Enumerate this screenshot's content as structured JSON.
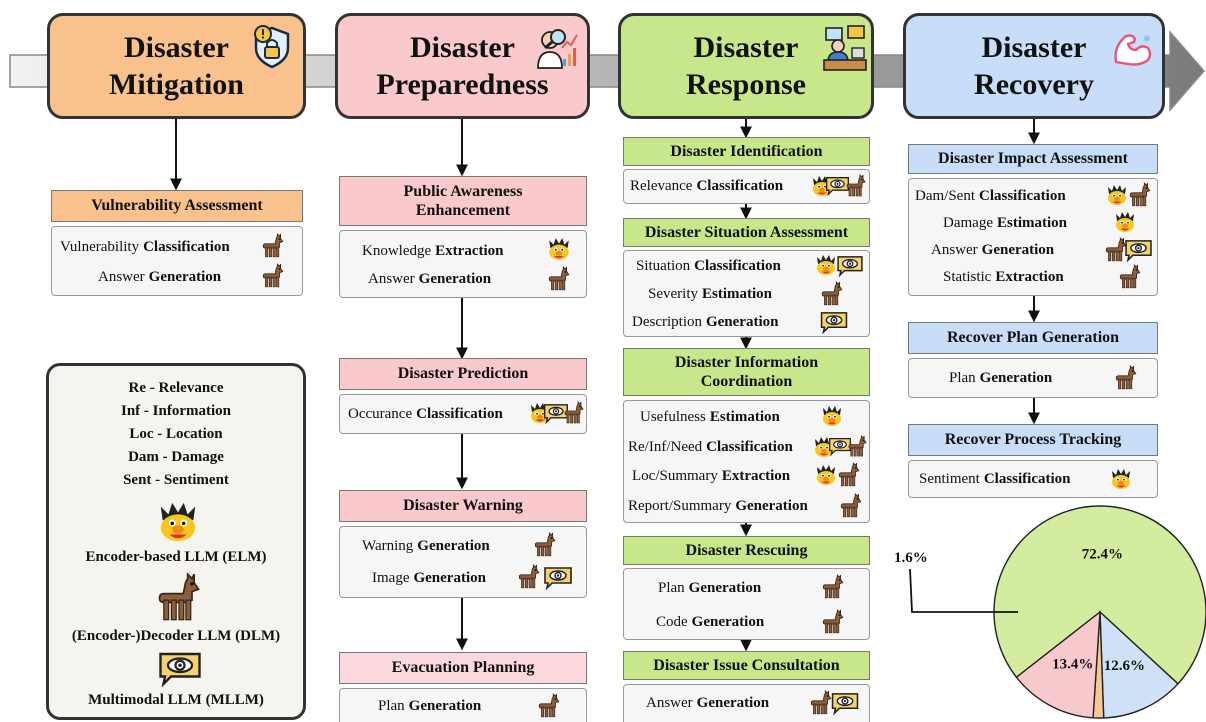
{
  "phases": [
    {
      "line1": "Disaster",
      "line2": "Mitigation",
      "color": "#f9c28c"
    },
    {
      "line1": "Disaster",
      "line2": "Preparedness",
      "color": "#f9c9cc"
    },
    {
      "line1": "Disaster",
      "line2": "Response",
      "color": "#c7e78a"
    },
    {
      "line1": "Disaster",
      "line2": "Recovery",
      "color": "#c8def8"
    }
  ],
  "mitigation": {
    "vuln": {
      "title": "Vulnerability Assessment",
      "tasks": [
        {
          "a": "Vulnerability",
          "b": "Classification"
        },
        {
          "a": "Answer",
          "b": "Generation"
        }
      ]
    }
  },
  "preparedness": {
    "awareness": {
      "title1": "Public Awareness",
      "title2": "Enhancement",
      "tasks": [
        {
          "a": "Knowledge",
          "b": "Extraction"
        },
        {
          "a": "Answer",
          "b": "Generation"
        }
      ]
    },
    "prediction": {
      "title": "Disaster Prediction",
      "tasks": [
        {
          "a": "Occurance",
          "b": "Classification"
        }
      ]
    },
    "warning": {
      "title": "Disaster Warning",
      "tasks": [
        {
          "a": "Warning",
          "b": "Generation"
        },
        {
          "a": "Image",
          "b": "Generation"
        }
      ]
    },
    "evacuation": {
      "title": "Evacuation Planning",
      "tasks": [
        {
          "a": "Plan",
          "b": "Generation"
        }
      ]
    }
  },
  "response": {
    "identification": {
      "title": "Disaster Identification",
      "tasks": [
        {
          "a": "Relevance",
          "b": "Classification"
        }
      ]
    },
    "situation": {
      "title": "Disaster Situation Assessment",
      "tasks": [
        {
          "a": "Situation",
          "b": "Classification"
        },
        {
          "a": "Severity",
          "b": "Estimation"
        },
        {
          "a": "Description",
          "b": "Generation"
        }
      ]
    },
    "coordination": {
      "title1": "Disaster Information",
      "title2": "Coordination",
      "tasks": [
        {
          "a": "Usefulness",
          "b": "Estimation"
        },
        {
          "a": "Re/Inf/Need",
          "b": "Classification"
        },
        {
          "a": "Loc/Summary",
          "b": "Extraction"
        },
        {
          "a": "Report/Summary",
          "b": "Generation"
        }
      ]
    },
    "rescuing": {
      "title": "Disaster Rescuing",
      "tasks": [
        {
          "a": "Plan",
          "b": "Generation"
        },
        {
          "a": "Code",
          "b": "Generation"
        }
      ]
    },
    "consultation": {
      "title": "Disaster Issue Consultation",
      "tasks": [
        {
          "a": "Answer",
          "b": "Generation"
        }
      ]
    }
  },
  "recovery": {
    "impact": {
      "title": "Disaster Impact Assessment",
      "tasks": [
        {
          "a": "Dam/Sent",
          "b": "Classification"
        },
        {
          "a": "Damage",
          "b": "Estimation"
        },
        {
          "a": "Answer",
          "b": "Generation"
        },
        {
          "a": "Statistic",
          "b": "Extraction"
        }
      ]
    },
    "plan": {
      "title": "Recover Plan Generation",
      "tasks": [
        {
          "a": "Plan",
          "b": "Generation"
        }
      ]
    },
    "tracking": {
      "title": "Recover Process Tracking",
      "tasks": [
        {
          "a": "Sentiment",
          "b": "Classification"
        }
      ]
    }
  },
  "legend": {
    "abbr": [
      "Re - Relevance",
      "Inf - Information",
      "Loc - Location",
      "Dam - Damage",
      "Sent - Sentiment"
    ],
    "elm": "Encoder-based LLM (ELM)",
    "dlm": "(Encoder-)Decoder LLM (DLM)",
    "mllm": "Multimodal LLM (MLLM)"
  },
  "chart_data": {
    "type": "pie",
    "slices": [
      {
        "label": "72.4%",
        "value": 72.4,
        "color": "#d4ec9f"
      },
      {
        "label": "12.6%",
        "value": 12.6,
        "color": "#cfe1f7"
      },
      {
        "label": "1.6%",
        "value": 1.6,
        "color": "#f6c892"
      },
      {
        "label": "13.4%",
        "value": 13.4,
        "color": "#f7c9cc"
      }
    ]
  }
}
